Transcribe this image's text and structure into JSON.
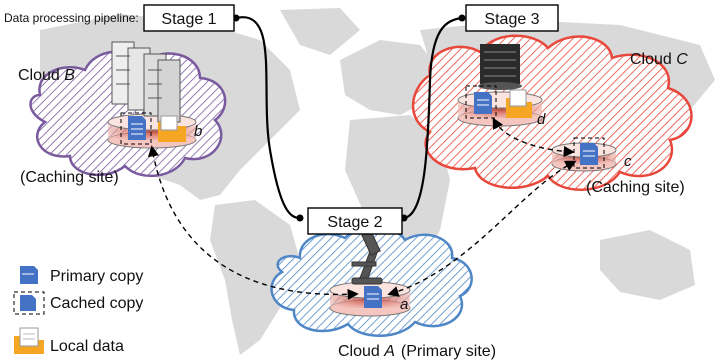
{
  "pipeline_label": "Data processing pipeline:",
  "stages": {
    "s1": "Stage 1",
    "s2": "Stage 2",
    "s3": "Stage 3"
  },
  "clouds": {
    "a": {
      "name": "Cloud ",
      "letter": "A",
      "role": "(Primary site)",
      "site_letter": "a",
      "color": "#4f86c6"
    },
    "b": {
      "name": "Cloud ",
      "letter": "B",
      "role": "(Caching site)",
      "site_letter": "b",
      "color": "#7a5a9e"
    },
    "c": {
      "name": "Cloud ",
      "letter": "C",
      "site_letter": "d",
      "color": "#e8483b"
    },
    "c_cache": {
      "role": "(Caching site)",
      "site_letter": "c"
    }
  },
  "legend": {
    "primary": "Primary copy",
    "cached": "Cached copy",
    "local": "Local data"
  },
  "colors": {
    "map": "#d9d9d9",
    "doc": "#4472c4",
    "folder": "#f5a623",
    "pipeline": "#000000",
    "arrow": "#000000"
  },
  "icons": [
    "server-rack-icon",
    "dark-server-icon",
    "microscope-icon",
    "document-icon",
    "folder-icon"
  ]
}
